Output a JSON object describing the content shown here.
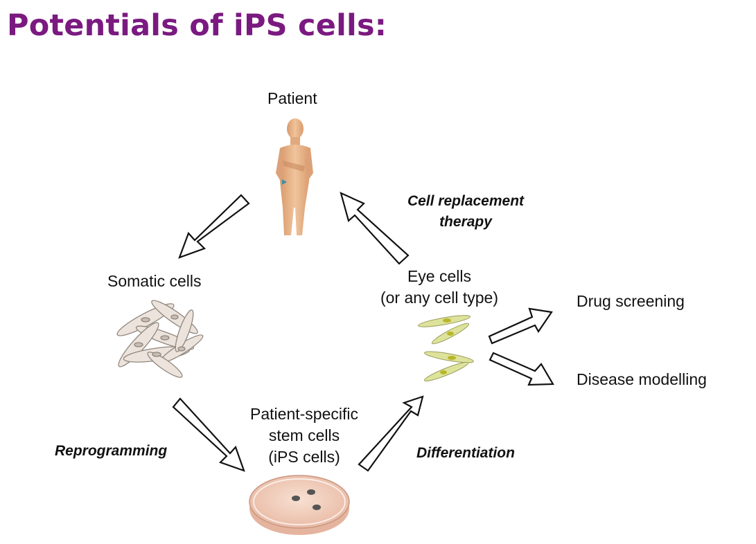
{
  "title": "Potentials of iPS cells:",
  "nodes": {
    "patient": "Patient",
    "somatic_cells": "Somatic cells",
    "ips_line1": "Patient-specific",
    "ips_line2": "stem cells",
    "ips_line3": "(iPS cells)",
    "eye_line1": "Eye cells",
    "eye_line2": "(or any cell type)",
    "drug_screening": "Drug screening",
    "disease_modelling": "Disease modelling"
  },
  "processes": {
    "therapy_line1": "Cell replacement",
    "therapy_line2": "therapy",
    "reprogramming": "Reprogramming",
    "differentiation": "Differentiation"
  },
  "colors": {
    "title": "#7a1a80",
    "skin": "#e8b98f",
    "cell_fill": "#ece4dc",
    "eye_cell": "#dde39a",
    "dish": "#f3d3c4"
  }
}
